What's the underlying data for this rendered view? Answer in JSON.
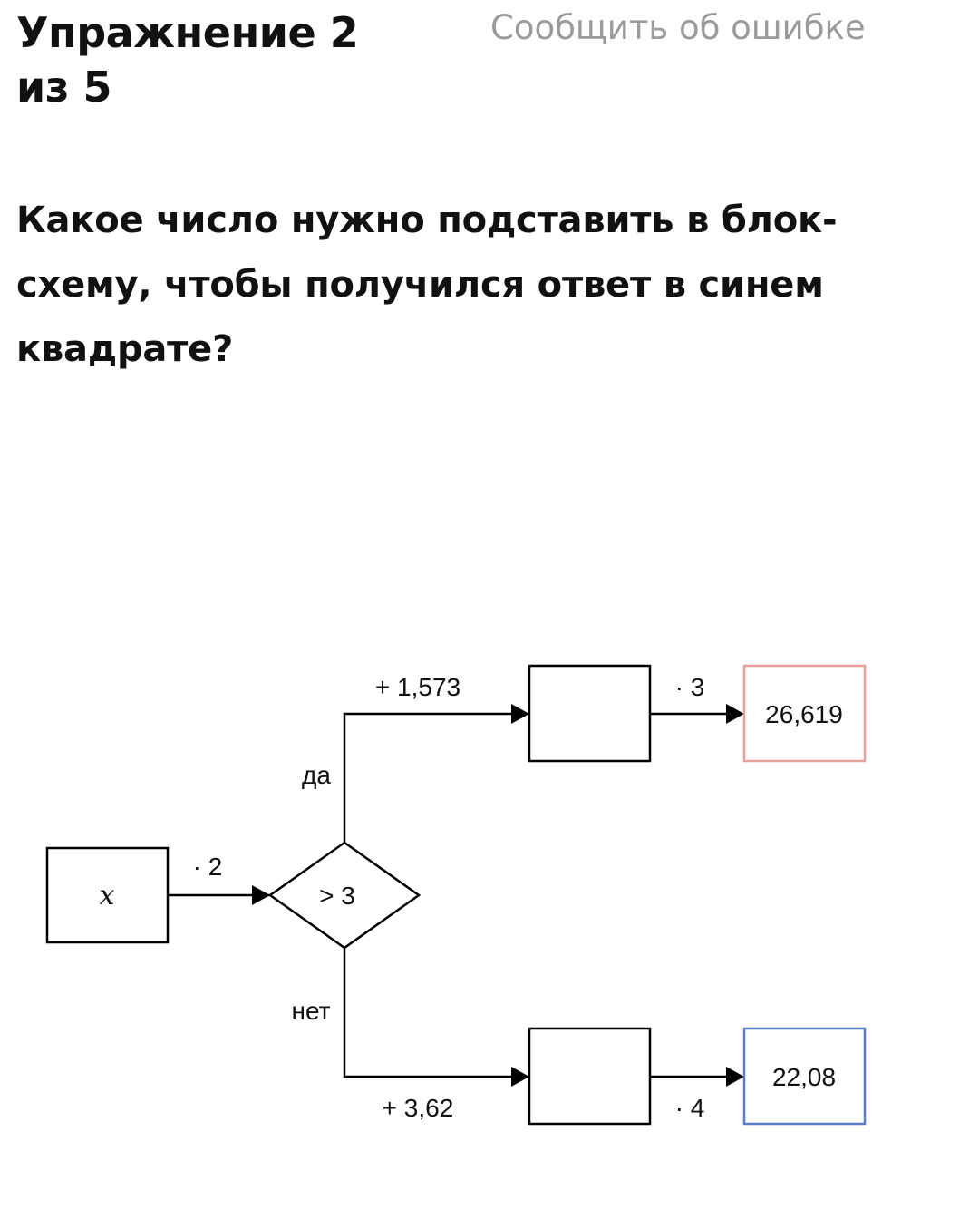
{
  "header": {
    "title_line1": "Упражнение 2",
    "title_line2": "из 5",
    "report_link": "Сообщить об ошибке"
  },
  "question": {
    "text": "Какое число нужно подставить в блок-схему, чтобы получился ответ в синем квадрате?"
  },
  "flowchart": {
    "input_label": "x",
    "first_operation": "· 2",
    "condition": "> 3",
    "yes_label": "да",
    "no_label": "нет",
    "yes_operation": "+ 1,573",
    "no_operation": "+ 3,62",
    "yes_multiplier": "· 3",
    "no_multiplier": "· 4",
    "yes_result": "26,619",
    "no_result": "22,08",
    "colors": {
      "line": "#000000",
      "yes_result_border": "#e8a09c",
      "no_result_border": "#5b7ec9"
    }
  }
}
